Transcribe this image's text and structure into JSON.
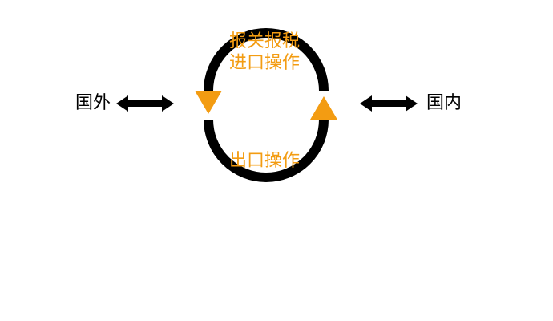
{
  "diagram": {
    "left_label": "国外",
    "right_label": "国内",
    "top_label_line1": "报关报税",
    "top_label_line2": "进口操作",
    "bottom_label": "出口操作"
  },
  "colors": {
    "accent": "#f39c12",
    "ink": "#000000"
  }
}
